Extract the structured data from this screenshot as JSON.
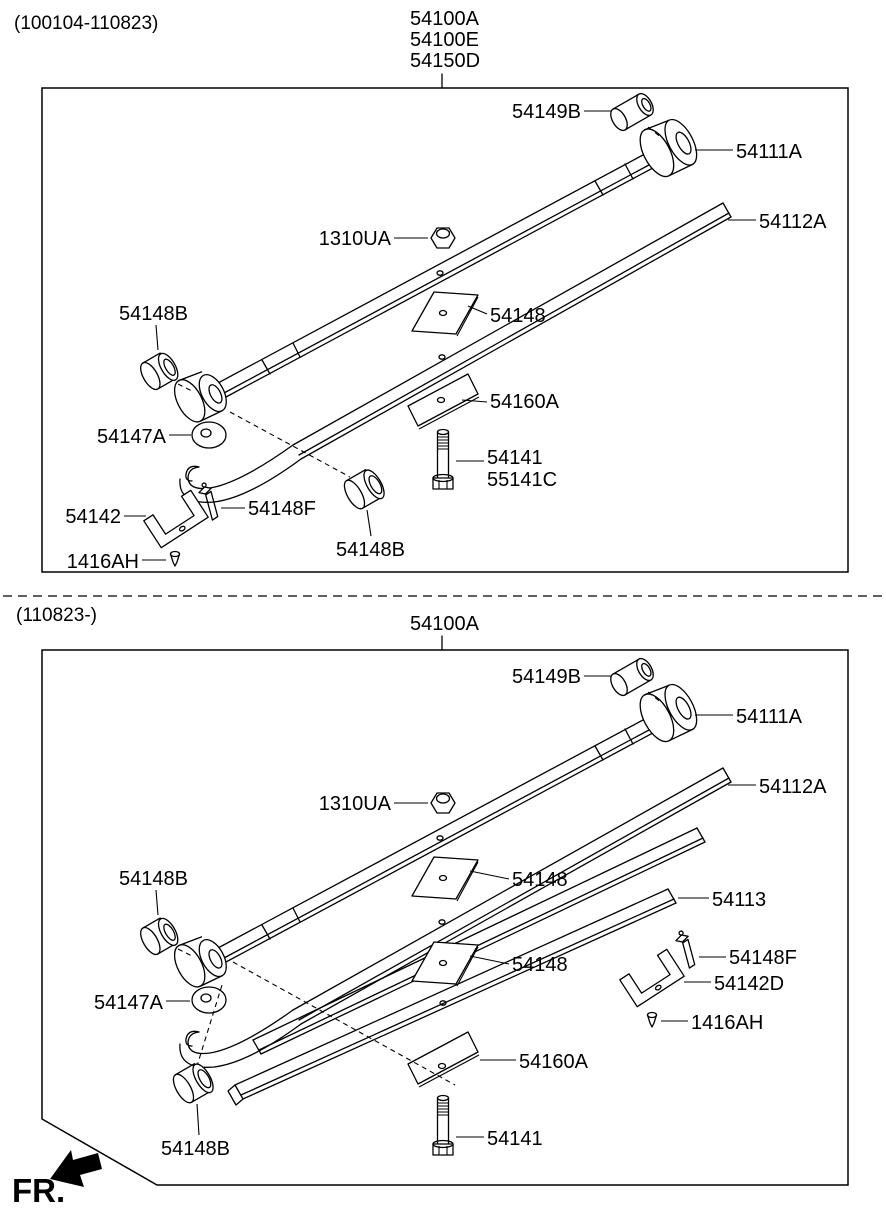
{
  "meta": {
    "background_color": "#ffffff",
    "line_color": "#000000"
  },
  "top": {
    "range_label": "(100104-110823)",
    "assembly_codes": [
      "54100A",
      "54100E",
      "54150D"
    ],
    "labels": {
      "p54149B": "54149B",
      "p54111A": "54111A",
      "p54112A": "54112A",
      "p1310UA": "1310UA",
      "p54148B_front": "54148B",
      "p54148": "54148",
      "p54160A": "54160A",
      "p54147A": "54147A",
      "p54141": "54141",
      "p55141C": "55141C",
      "p54142": "54142",
      "p54148F": "54148F",
      "p54148B_rear": "54148B",
      "p1416AH": "1416AH"
    }
  },
  "bottom": {
    "range_label": "(110823-)",
    "assembly_codes": [
      "54100A"
    ],
    "labels": {
      "p54149B": "54149B",
      "p54111A": "54111A",
      "p54112A": "54112A",
      "p1310UA": "1310UA",
      "p54148B_front": "54148B",
      "p54148_upper": "54148",
      "p54113": "54113",
      "p54148_lower": "54148",
      "p54148F": "54148F",
      "p54142D": "54142D",
      "p1416AH": "1416AH",
      "p54147A": "54147A",
      "p54160A": "54160A",
      "p54141": "54141",
      "p54148B_lower": "54148B"
    }
  },
  "footer": {
    "direction_label": "FR."
  }
}
